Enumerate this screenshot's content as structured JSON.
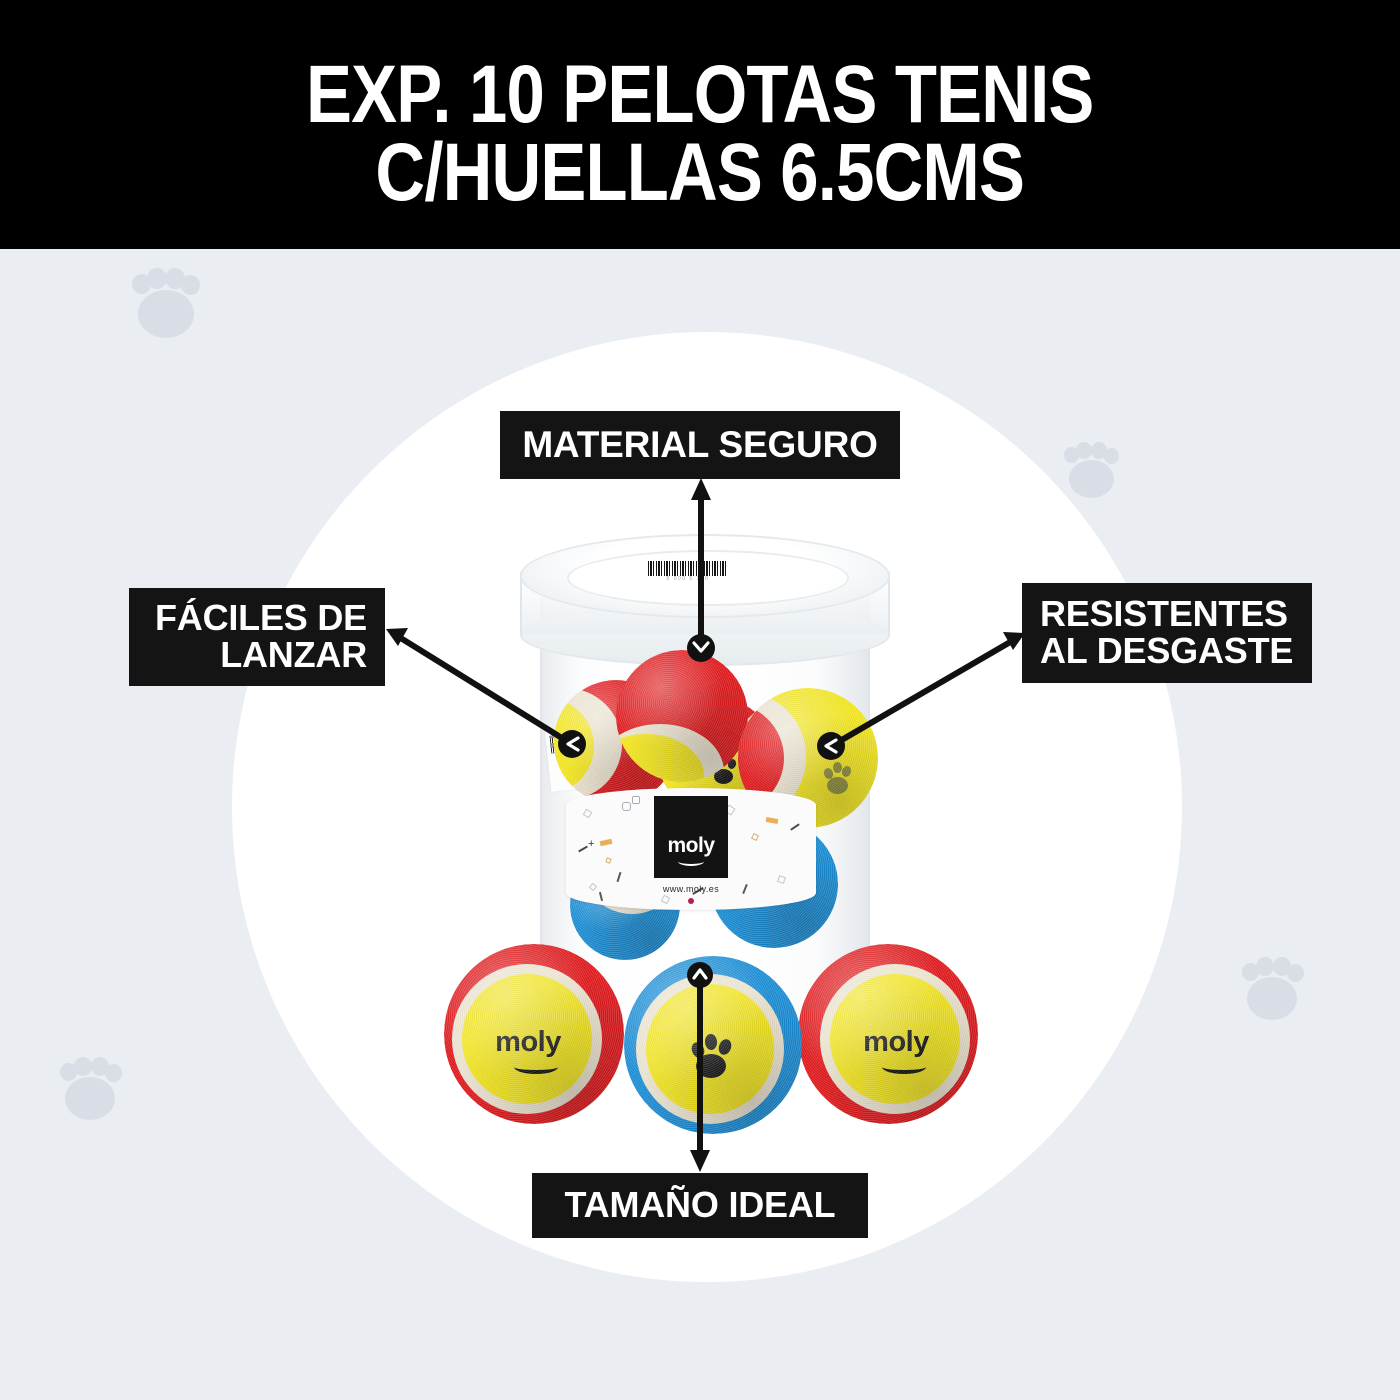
{
  "header": {
    "title": "EXP. 10 PELOTAS TENIS\nC/HUELLAS 6.5CMS",
    "background_color": "#000000",
    "text_color": "#ffffff"
  },
  "page": {
    "background_color": "#eaeef3",
    "circle_color": "#ffffff",
    "watermark_color": "#d9dde5",
    "watermark_icon": "paw-print-icon"
  },
  "callouts": [
    {
      "id": "material-seguro",
      "label": "MATERIAL SEGURO",
      "position": "top",
      "arrow_direction": "up"
    },
    {
      "id": "faciles-de-lanzar",
      "label": "FÁCILES DE\nLANZAR",
      "position": "left",
      "arrow_direction": "up-left"
    },
    {
      "id": "resistentes-al-desgaste",
      "label": "RESISTENTES\nAL DESGASTE",
      "position": "right",
      "arrow_direction": "up-right"
    },
    {
      "id": "tamano-ideal",
      "label": "TAMAÑO IDEAL",
      "position": "bottom",
      "arrow_direction": "down"
    }
  ],
  "product": {
    "container_type": "clear-plastic-jar",
    "lid_barcode": "barcode-sticker",
    "barcode_digits": "5 000  5 300",
    "label": {
      "brand": "moly",
      "url": "www.moly.es",
      "black_box_color": "#131313",
      "paper_color": "#fbfbfb"
    },
    "balls": [
      {
        "id": "front-left",
        "colors": [
          "red",
          "yellow"
        ],
        "mark": "moly"
      },
      {
        "id": "front-center",
        "colors": [
          "blue",
          "yellow"
        ],
        "mark": "paw-print-icon"
      },
      {
        "id": "front-right",
        "colors": [
          "red",
          "yellow"
        ],
        "mark": "moly"
      },
      {
        "id": "jar-top",
        "colors": [
          "red",
          "yellow"
        ],
        "mark": "none"
      },
      {
        "id": "jar-left",
        "colors": [
          "red",
          "yellow"
        ],
        "mark": "none"
      },
      {
        "id": "jar-right",
        "colors": [
          "red",
          "yellow"
        ],
        "mark": "paw-print-icon"
      },
      {
        "id": "jar-mid",
        "colors": [
          "yellow",
          "red"
        ],
        "mark": "paw-print-icon"
      },
      {
        "id": "jar-blue",
        "colors": [
          "blue",
          "yellow"
        ],
        "mark": "none"
      }
    ],
    "colors": {
      "red": "#e0191c",
      "yellow": "#f3e61f",
      "blue": "#1b8ed6",
      "seam": "#ece4d0",
      "mark": "#101010"
    }
  }
}
